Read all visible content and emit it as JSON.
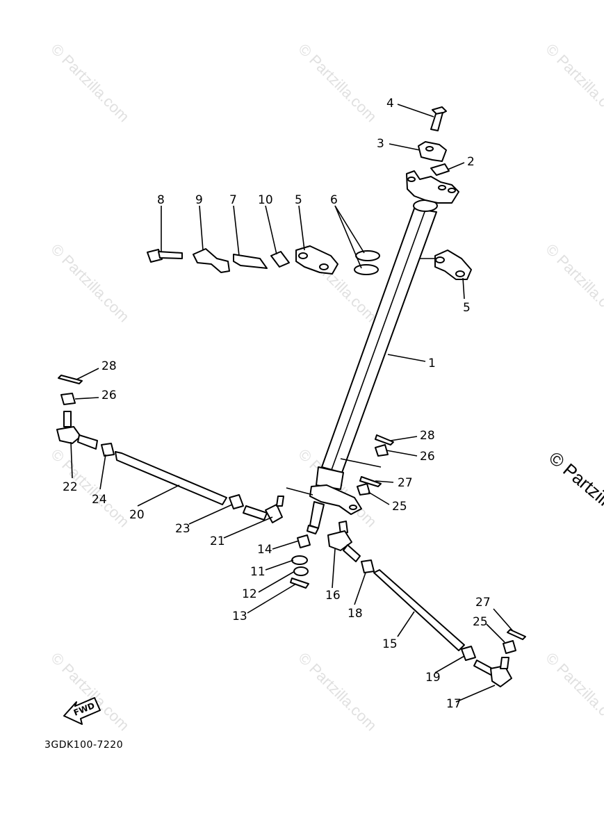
{
  "diagram": {
    "part_code": "3GDK100-7220",
    "fwd_label": "FWD",
    "watermark": "© Partzilla.com",
    "watermark_edge": "© Partzilla.com",
    "callouts": {
      "c1": "1",
      "c2": "2",
      "c3": "3",
      "c4": "4",
      "c5a": "5",
      "c5b": "5",
      "c6": "6",
      "c7": "7",
      "c8": "8",
      "c9": "9",
      "c10": "10",
      "c11": "11",
      "c12": "12",
      "c13": "13",
      "c14": "14",
      "c15": "15",
      "c16": "16",
      "c17": "17",
      "c18": "18",
      "c19": "19",
      "c20": "20",
      "c21": "21",
      "c22": "22",
      "c23": "23",
      "c24": "24",
      "c25a": "25",
      "c25b": "25",
      "c26a": "26",
      "c26b": "26",
      "c27a": "27",
      "c27b": "27",
      "c28a": "28",
      "c28b": "28"
    }
  }
}
